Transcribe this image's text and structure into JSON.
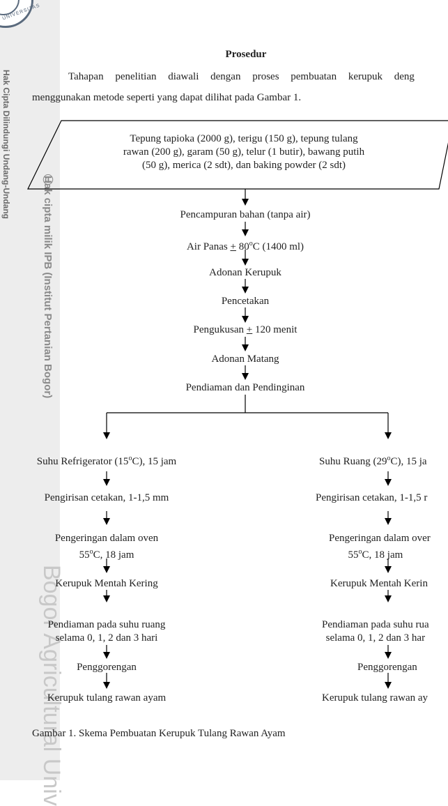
{
  "watermark": {
    "logo_text": "UNIVERSITAS",
    "side_text_1": "Hak Cipta Dilindungi Undang-Undang",
    "side_text_2": "Hak cipta milik IPB (Institut Pertanian Bogor)",
    "side_text_3": "Bogor Agricultural Univ"
  },
  "document": {
    "section_title": "Prosedur",
    "paragraph_line1": "Tahapan penelitian diawali dengan proses pembuatan kerupuk deng",
    "paragraph_line2": "menggunakan metode seperti yang dapat dilihat pada Gambar 1."
  },
  "flowchart": {
    "ingredients": {
      "line1": "Tepung tapioka (2000 g), terigu (150 g), tepung tulang",
      "line2": "rawan (200 g), garam (50 g), telur (1 butir), bawang putih",
      "line3": "(50 g), merica (2 sdt), dan baking powder (2 sdt)"
    },
    "step_mixing": "Pencampuran bahan (tanpa air)",
    "step_water_prefix": "Air Panas ",
    "step_water_pm": "+",
    "step_water_temp": " 80",
    "step_water_deg": "o",
    "step_water_suffix": "C (1400 ml)",
    "step_dough": "Adonan Kerupuk",
    "step_molding": "Pencetakan",
    "step_steaming_prefix": "Pengukusan ",
    "step_steaming_pm": "+",
    "step_steaming_suffix": " 120 menit",
    "step_cooked": "Adonan Matang",
    "step_rest": "Pendiaman dan Pendinginan",
    "left_branch": {
      "storage_prefix": "Suhu Refrigerator (15",
      "storage_deg": "o",
      "storage_suffix": "C), 15 jam",
      "slicing": "Pengirisan cetakan, 1-1,5 mm",
      "drying_line1": "Pengeringan dalam oven",
      "drying_temp": "55",
      "drying_deg": "o",
      "drying_suffix": "C, 18 jam",
      "raw": "Kerupuk Mentah Kering",
      "rest_line1": "Pendiaman pada suhu ruang",
      "rest_line2": "selama 0, 1, 2 dan 3 hari",
      "frying": "Penggorengan",
      "product": "Kerupuk tulang rawan ayam"
    },
    "right_branch": {
      "storage_prefix": "Suhu Ruang (29",
      "storage_deg": "o",
      "storage_suffix": "C), 15 ja",
      "slicing": "Pengirisan cetakan, 1-1,5 r",
      "drying_line1": "Pengeringan dalam over",
      "drying_temp": "55",
      "drying_deg": "o",
      "drying_suffix": "C, 18 jam",
      "raw": "Kerupuk Mentah Kerin",
      "rest_line1": "Pendiaman pada suhu rua",
      "rest_line2": "selama 0, 1, 2 dan 3 har",
      "frying": "Penggorengan",
      "product": "Kerupuk tulang rawan ay"
    }
  },
  "caption": "Gambar 1. Skema Pembuatan Kerupuk Tulang Rawan Ayam"
}
